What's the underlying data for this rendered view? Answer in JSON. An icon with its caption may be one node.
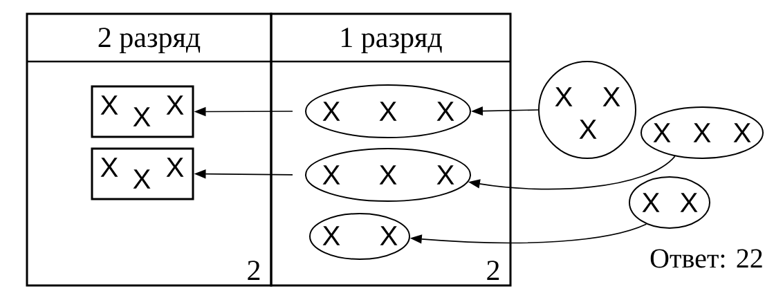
{
  "diagram": {
    "nodes": [
      {
        "text": [
          "2 разряд",
          "2"
        ]
      },
      {
        "text": [
          "1 разряд",
          "2"
        ]
      },
      {
        "text": [
          "X",
          "X",
          "X"
        ],
        "in": 0
      },
      {
        "text": [
          "X",
          "X",
          "X"
        ],
        "in": 0
      },
      {
        "text": [
          "X",
          "X",
          "X"
        ],
        "in": 1
      },
      {
        "text": [
          "X",
          "X",
          "X"
        ],
        "in": 1
      },
      {
        "text": [
          "X",
          "X"
        ],
        "in": 1
      },
      {
        "text": [
          "X",
          "X",
          "X"
        ]
      },
      {
        "text": [
          "X",
          "X",
          "X"
        ]
      },
      {
        "text": [
          "X",
          "X"
        ]
      }
    ],
    "edges": [
      {
        "from": 7,
        "to": 4,
        "arrow": "to"
      },
      {
        "from": 4,
        "to": 2,
        "arrow": "to"
      },
      {
        "from": 5,
        "to": 3,
        "arrow": "to"
      },
      {
        "from": 8,
        "to": 5,
        "arrow": "to"
      },
      {
        "from": 9,
        "to": 6,
        "arrow": "to"
      }
    ],
    "labels": [
      "Ответ: 22"
    ]
  }
}
